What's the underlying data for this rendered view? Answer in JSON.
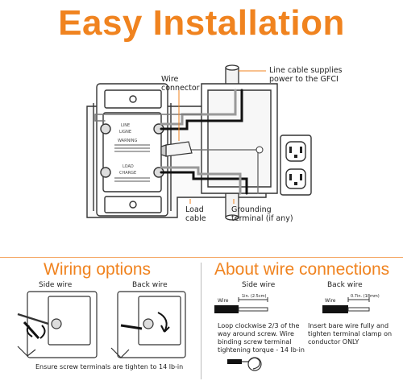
{
  "title": "Easy Installation",
  "top_diagram": {
    "callouts": {
      "wire_connector": "Wire\nconnector",
      "line_cable": "Line cable supplies\npower to the GFCI",
      "load_cable": "Load\ncable",
      "grounding": "Grounding\nterminal (if any)"
    }
  },
  "wiring_options": {
    "heading": "Wiring options",
    "side_label": "Side wire",
    "back_label": "Back wire",
    "note": "Ensure screw terminals are tighten to 14 lb-in"
  },
  "wire_connections": {
    "heading": "About wire connections",
    "side": {
      "label": "Side wire",
      "wire_tag": "Wire",
      "measure": "1in. (2.5cm)",
      "text": "Loop clockwise 2/3 of the way around screw. Wire binding screw terminal tightening torque - 14 lb-in"
    },
    "back": {
      "label": "Back wire",
      "wire_tag": "Wire",
      "measure": "0.7in. (18mm)",
      "text": "Insert bare wire fully and tighten terminal clamp on conductor ONLY"
    }
  },
  "colors": {
    "accent": "#f0831f",
    "divider": "#f4a35c"
  }
}
